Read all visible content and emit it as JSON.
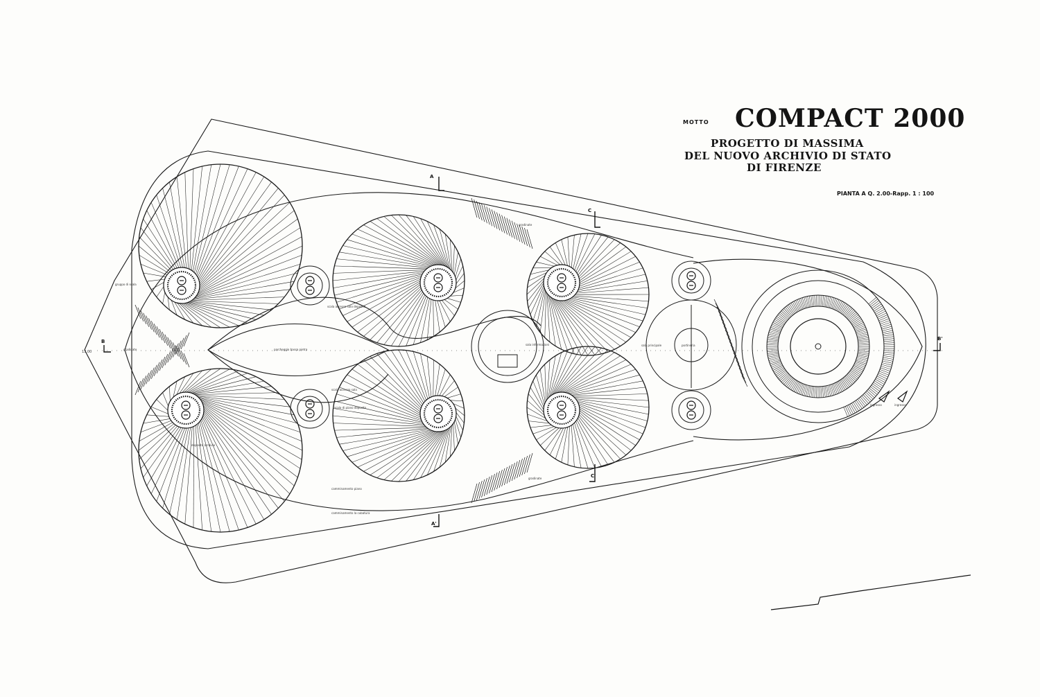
{
  "title": {
    "motto": "MOTTO",
    "name": "COMPACT 2000",
    "line1": "PROGETTO DI MASSIMA",
    "line2": "DEL NUOVO ARCHIVIO DI STATO",
    "line3": "DI FIRENZE",
    "scale": "PIANTA A Q. 2.00-Rapp. 1 : 100"
  },
  "section_marks": {
    "a_top": "A",
    "a_bottom": "A'",
    "b_left": "B",
    "b_right": "B'",
    "c_top": "C",
    "c_bottom": "C'"
  },
  "level_mark": "13.00",
  "room_labels": {
    "great_room": "parcheggio bassa pietra",
    "main_room": "sala principale",
    "lobby": "portineria",
    "center_info": "sala informazioni",
    "ramp_top": "gradinate",
    "ramp_bottom": "gradinate",
    "tl_note": "gruppo di scala",
    "left_entry": "gradinate",
    "corridor_upper": "scala accesso sala deposito",
    "corridor_lower": "scala accesso sala",
    "lower_note": "scala di piano deposito",
    "bottom_circle_note": "deposito archivio",
    "bottom_path": "camminamento piano",
    "bottom_path2": "camminamento la cubatura",
    "right_entry_1": "ingresso",
    "right_entry_2": "ingresso"
  }
}
